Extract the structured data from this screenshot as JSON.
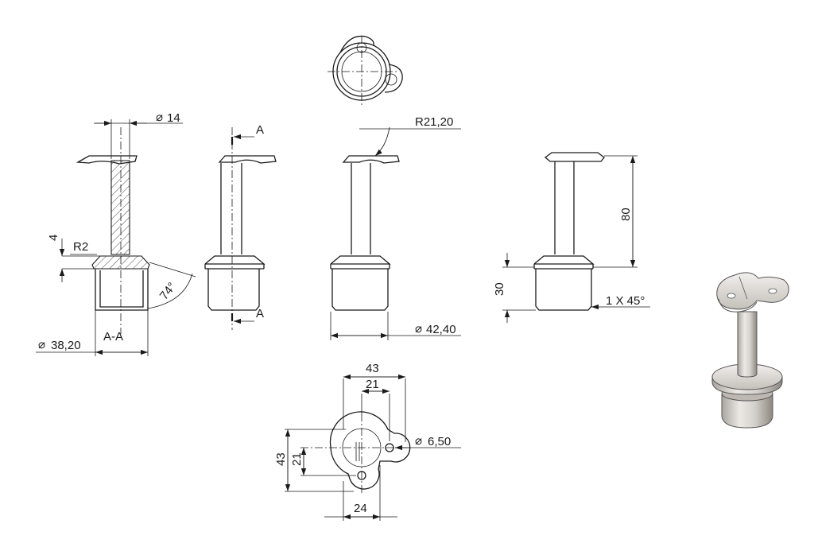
{
  "section_label": "A-A",
  "section_marker": "A",
  "dimensions": {
    "tube_diameter": "14",
    "base_diameter_section": "38,20",
    "fillet_radius": "R2",
    "lip_height": "4",
    "bevel_angle": "74°",
    "saddle_radius": "R21,20",
    "base_diameter": "42,40",
    "post_height": "80",
    "base_height": "30",
    "chamfer": "1 X 45°",
    "plate_width": "43",
    "plate_hole_spacing_x": "21",
    "plate_height": "43",
    "plate_hole_spacing_y": "21",
    "hole_diameter": "6,50",
    "plate_offset": "24"
  },
  "symbols": {
    "diameter": "⌀"
  },
  "icons": [
    "diameter-symbol",
    "arrowhead"
  ]
}
